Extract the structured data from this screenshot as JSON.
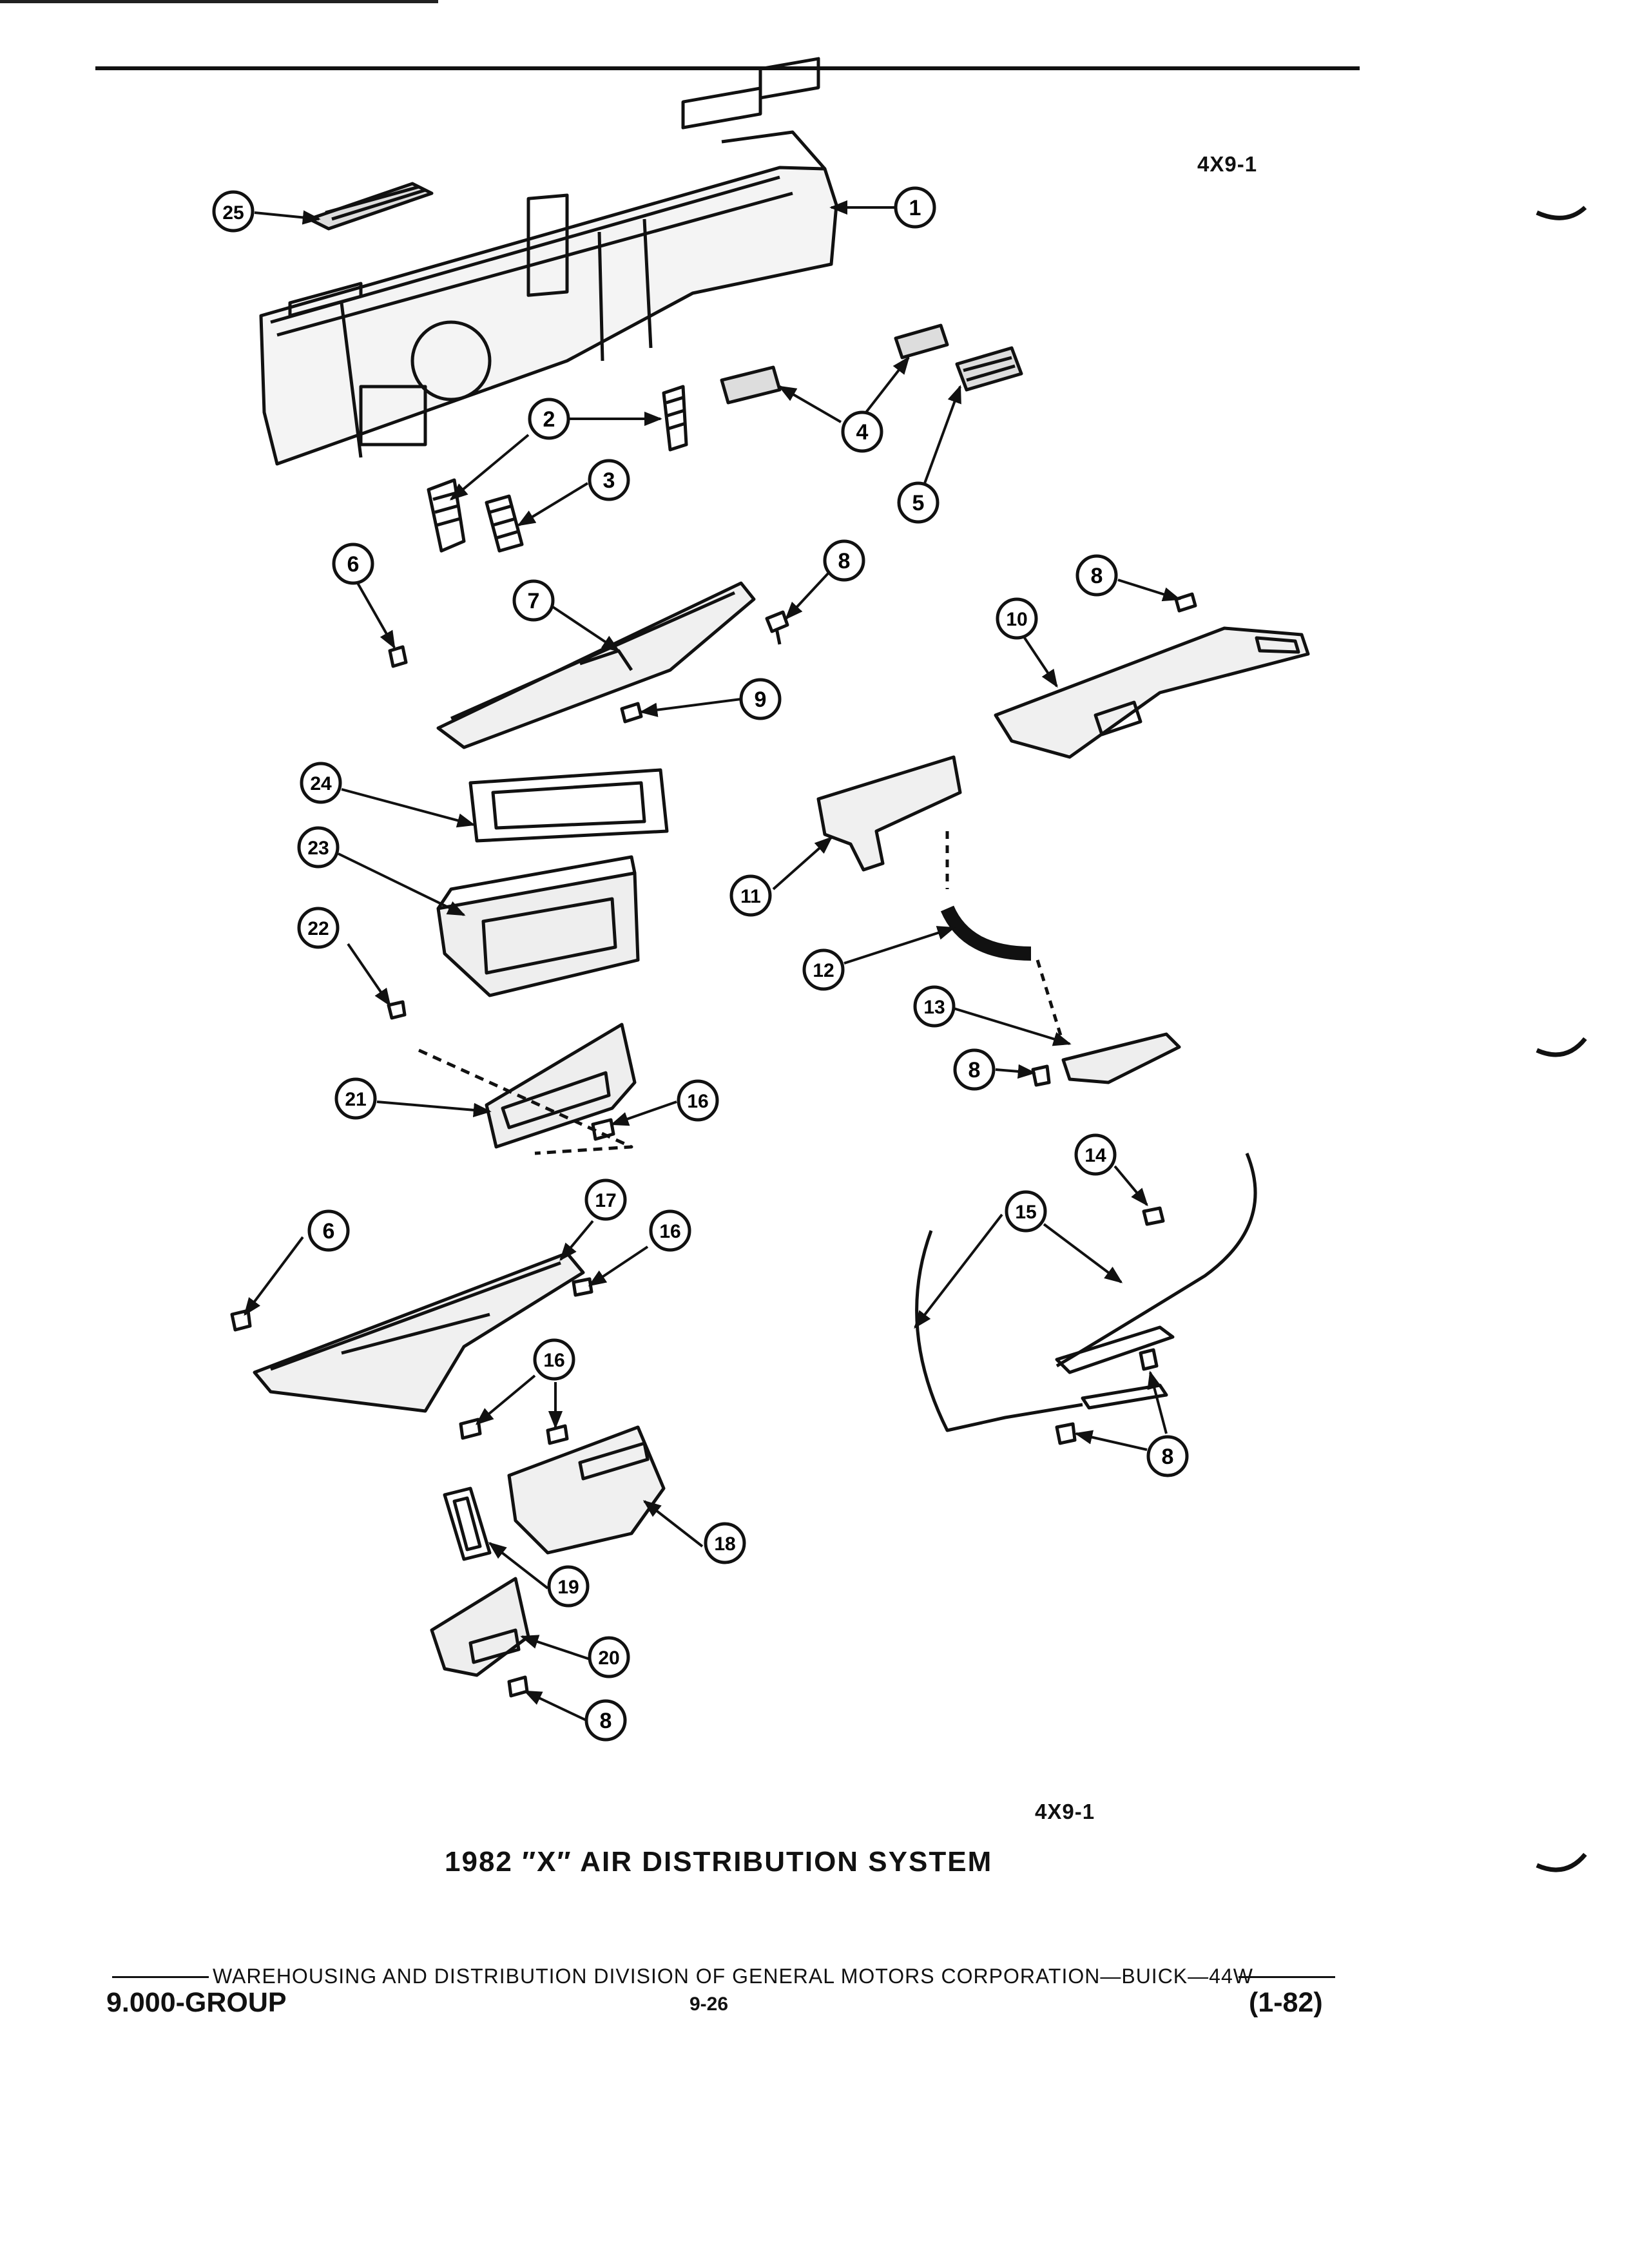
{
  "figure_code_top": "4X9-1",
  "figure_code_bottom": "4X9-1",
  "caption": "1982 ″X″ AIR DISTRIBUTION SYSTEM",
  "footer": {
    "division_text": "WAREHOUSING AND DISTRIBUTION  DIVISION OF GENERAL MOTORS CORPORATION—BUICK—44W",
    "group": "9.000-GROUP",
    "page": "9-26",
    "date": "(1-82)"
  },
  "callouts": {
    "c1": "1",
    "c2": "2",
    "c3": "3",
    "c4": "4",
    "c5": "5",
    "c6a": "6",
    "c6b": "6",
    "c7": "7",
    "c8a": "8",
    "c8b": "8",
    "c8c": "8",
    "c8d": "8",
    "c8e": "8",
    "c9": "9",
    "c10": "10",
    "c11": "11",
    "c12": "12",
    "c13": "13",
    "c14": "14",
    "c15": "15",
    "c16a": "16",
    "c16b": "16",
    "c16c": "16",
    "c17": "17",
    "c18": "18",
    "c19": "19",
    "c20": "20",
    "c21": "21",
    "c22": "22",
    "c23": "23",
    "c24": "24",
    "c25": "25"
  },
  "colors": {
    "ink": "#111111",
    "paper": "#ffffff"
  }
}
